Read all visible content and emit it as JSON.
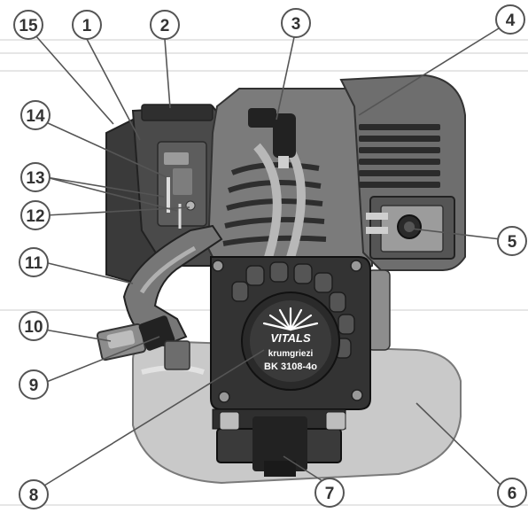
{
  "colors": {
    "background": "#ffffff",
    "guide_line": "#e4e4e4",
    "callout_stroke": "#555555",
    "callout_text": "#333333",
    "engine_dark": "#3b3b3b",
    "engine_mid": "#6a6a6a",
    "engine_light": "#9a9a9a",
    "cover_light": "#c8c8c8",
    "recoil_cover": "#2e2e2e"
  },
  "product": {
    "logo_text": "VITALS",
    "brand": "krumgriezi",
    "model": "BK 3108-4o"
  },
  "callouts": [
    {
      "label": "15"
    },
    {
      "label": "1"
    },
    {
      "label": "2"
    },
    {
      "label": "3"
    },
    {
      "label": "4"
    },
    {
      "label": "14"
    },
    {
      "label": "13"
    },
    {
      "label": "12"
    },
    {
      "label": "5"
    },
    {
      "label": "11"
    },
    {
      "label": "10"
    },
    {
      "label": "9"
    },
    {
      "label": "8"
    },
    {
      "label": "7"
    },
    {
      "label": "6"
    }
  ]
}
